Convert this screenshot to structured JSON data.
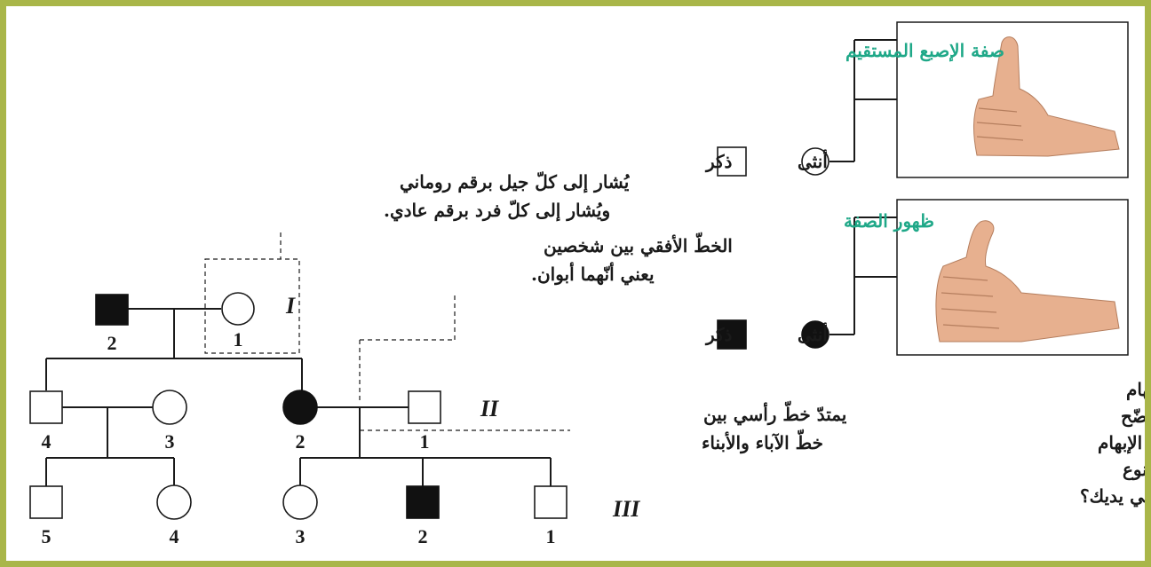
{
  "legend": {
    "top_caption": "صفة الإصبع المستقيم",
    "bottom_caption": "ظهور الصفة",
    "male": "ذكر",
    "female": "أنثى"
  },
  "annotations": {
    "numbering_line1": "يُشار إلى كلّ جيل برقم روماني",
    "numbering_line2": "ويُشار إلى كلّ فرد برقم عادي.",
    "parents_line1": "الخطّ الأفقي بين شخصين",
    "parents_line2": "يعني أنّهما أبوان.",
    "vertical_line1": "يمتدّ خطّ رأسي بين",
    "vertical_line2": "خطّ الآباء والأبناء"
  },
  "question": {
    "line1": "تُوضّح الصورة السفلية إصبع الإبهام",
    "line2": "المنحني (صفة متنحّية)، وتُوضّح",
    "line3": "الصورة العلوية إصبع الإبهام",
    "line4": "المستقيم (الصفة السائدة). ما نوع",
    "line5": "إصبعي الإبهام في يديك؟"
  },
  "pedigree": {
    "generations": [
      "I",
      "II",
      "III"
    ],
    "gen1": {
      "male_num": "2",
      "female_num": "1"
    },
    "gen2": {
      "left_male_num": "4",
      "left_female_num": "3",
      "right_female_num": "2",
      "right_male_num": "1"
    },
    "gen3": {
      "c1_num": "5",
      "c2_num": "4",
      "c3_num": "3",
      "c4_num": "2",
      "c5_num": "1"
    }
  },
  "colors": {
    "border": "#a9b649",
    "accent_text": "#1fa888",
    "skin": "#e7b08f"
  },
  "icons": [
    "thumb-straight-photo",
    "thumb-curved-photo"
  ]
}
